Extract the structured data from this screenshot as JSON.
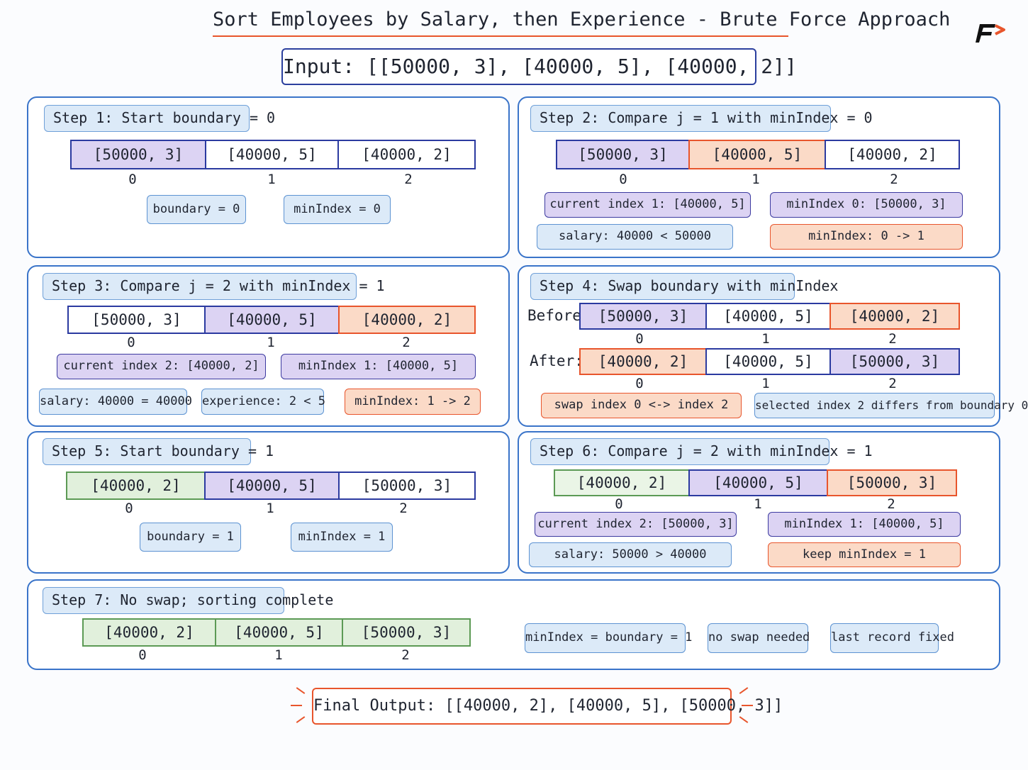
{
  "title": "Sort Employees by Salary, then Experience - Brute Force Approach",
  "input": "Input:  [[50000, 3], [40000, 5], [40000, 2]]",
  "indices": [
    "0",
    "1",
    "2"
  ],
  "step1": {
    "title": "Step 1: Start boundary = 0",
    "cells": [
      "[50000, 3]",
      "[40000, 5]",
      "[40000, 2]"
    ],
    "chips": [
      "boundary = 0",
      "minIndex = 0"
    ]
  },
  "step2": {
    "title": "Step 2: Compare j = 1 with minIndex = 0",
    "cells": [
      "[50000, 3]",
      "[40000, 5]",
      "[40000, 2]"
    ],
    "chips": [
      "current index 1: [40000, 5]",
      "minIndex 0: [50000, 3]",
      "salary: 40000 < 50000",
      "minIndex: 0 -> 1"
    ]
  },
  "step3": {
    "title": "Step 3: Compare j = 2 with minIndex = 1",
    "cells": [
      "[50000, 3]",
      "[40000, 5]",
      "[40000, 2]"
    ],
    "chips": [
      "current index 2: [40000, 2]",
      "minIndex 1: [40000, 5]",
      "salary: 40000 = 40000",
      "experience: 2 < 5",
      "minIndex: 1 -> 2"
    ]
  },
  "step4": {
    "title": "Step 4: Swap boundary with minIndex",
    "before_label": "Before:",
    "after_label": "After:",
    "before": [
      "[50000, 3]",
      "[40000, 5]",
      "[40000, 2]"
    ],
    "after": [
      "[40000, 2]",
      "[40000, 5]",
      "[50000, 3]"
    ],
    "chips": [
      "swap index 0 <-> index 2",
      "selected index 2 differs from boundary 0"
    ]
  },
  "step5": {
    "title": "Step 5: Start boundary = 1",
    "cells": [
      "[40000, 2]",
      "[40000, 5]",
      "[50000, 3]"
    ],
    "chips": [
      "boundary = 1",
      "minIndex = 1"
    ]
  },
  "step6": {
    "title": "Step 6: Compare j = 2 with minIndex = 1",
    "cells": [
      "[40000, 2]",
      "[40000, 5]",
      "[50000, 3]"
    ],
    "chips": [
      "current index 2: [50000, 3]",
      "minIndex 1: [40000, 5]",
      "salary: 50000 > 40000",
      "keep minIndex = 1"
    ]
  },
  "step7": {
    "title": "Step 7: No swap; sorting complete",
    "cells": [
      "[40000, 2]",
      "[40000, 5]",
      "[50000, 3]"
    ],
    "chips": [
      "minIndex = boundary = 1",
      "no swap needed",
      "last record fixed"
    ]
  },
  "final_output": "Final Output: [[40000, 2], [40000, 5], [50000, 3]]",
  "colors": {
    "panel_border": "#3a74c9",
    "array_border": "#2b3aa0",
    "current": "#fbdac7",
    "min": "#dcd3f3",
    "sorted": "#e1f0dc",
    "accent": "#e8552c"
  },
  "logo_icon": "brand-logo-icon"
}
